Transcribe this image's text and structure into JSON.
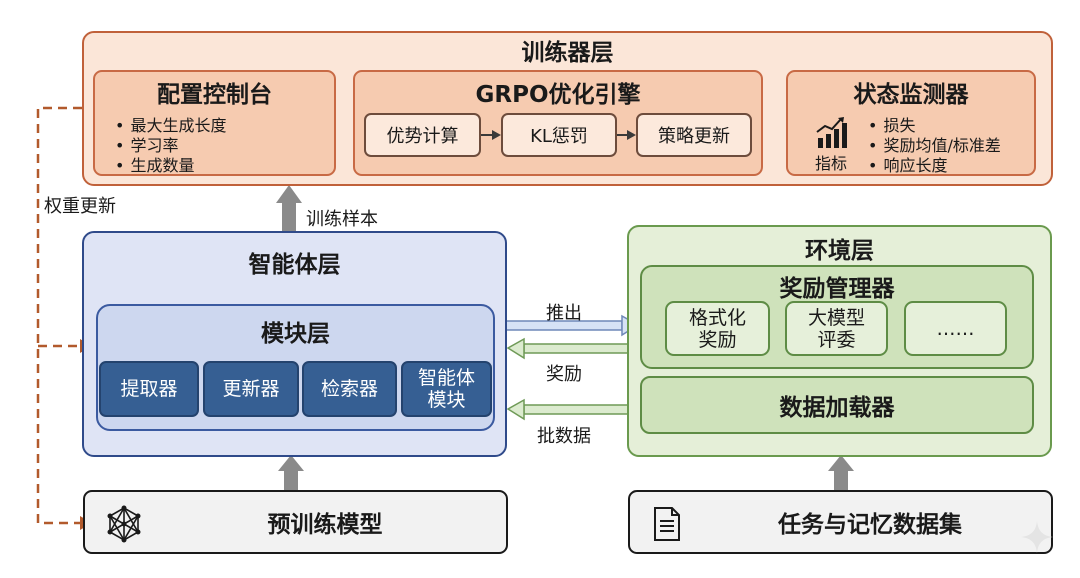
{
  "trainer": {
    "title": "训练器层",
    "config": {
      "title": "配置控制台",
      "items": [
        "最大生成长度",
        "学习率",
        "生成数量"
      ]
    },
    "grpo": {
      "title": "GRPO优化引擎",
      "steps": [
        "优势计算",
        "KL惩罚",
        "策略更新"
      ]
    },
    "monitor": {
      "title": "状态监测器",
      "icon_label": "指标",
      "items": [
        "损失",
        "奖励均值/标准差",
        "响应长度"
      ]
    }
  },
  "agent": {
    "title": "智能体层",
    "module": {
      "title": "模块层",
      "items": [
        "提取器",
        "更新器",
        "检索器",
        "智能体\n模块"
      ]
    }
  },
  "environment": {
    "title": "环境层",
    "reward_manager": {
      "title": "奖励管理器",
      "items": [
        "格式化\n奖励",
        "大模型\n评委",
        "……"
      ]
    },
    "data_loader": "数据加载器"
  },
  "bottom": {
    "pretrained": "预训练模型",
    "dataset": "任务与记忆数据集"
  },
  "flows": {
    "weight_update": "权重更新",
    "train_samples": "训练样本",
    "rollout": "推出",
    "reward": "奖励",
    "batch": "批数据"
  },
  "icons": [
    "chart-icon",
    "neural-network-icon",
    "document-icon",
    "sparkle-icon"
  ],
  "colors": {
    "trainer": "#fbe6d8",
    "agent": "#dfe4f5",
    "environment": "#e5efd8",
    "dashed": "#b25a2c",
    "module": "#365f93"
  }
}
